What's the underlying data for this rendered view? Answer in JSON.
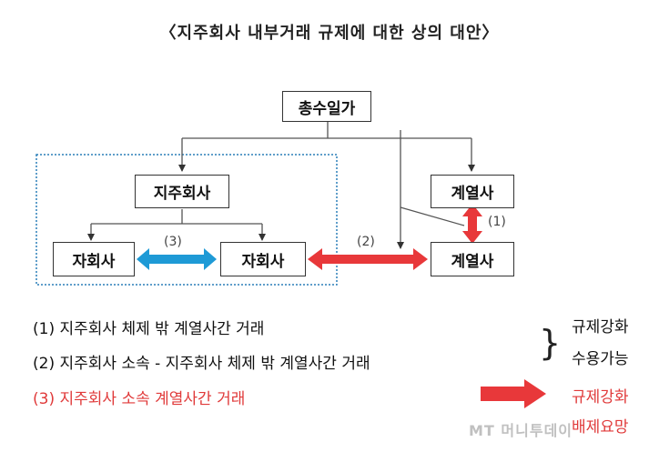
{
  "title": "〈지주회사 내부거래 규제에 대한 상의 대안〉",
  "nodes": {
    "owner": "총수일가",
    "holding": "지주회사",
    "sub_left": "자회사",
    "sub_right": "자회사",
    "affil_top": "계열사",
    "affil_bottom": "계열사"
  },
  "edge_labels": {
    "e1": "(1)",
    "e2": "(2)",
    "e3": "(3)"
  },
  "legend": {
    "item1": "(1) 지주회사 체제 밖 계열사간 거래",
    "item2": "(2) 지주회사 소속 - 지주회사 체제 밖 계열사간 거래",
    "item3": "(3) 지주회사 소속 계열사간 거래"
  },
  "notes": {
    "strengthen": "규제강화",
    "accept": "수용가능",
    "strengthen_red": "규제강화",
    "exclude_red": "배제요망"
  },
  "brace": "}",
  "watermark": "MT 머니투데이",
  "colors": {
    "red_arrow": "#e8383a",
    "blue_arrow": "#1e9ad6",
    "dotted_border": "#2a7fb8",
    "legend_red": "#e03a3a"
  }
}
